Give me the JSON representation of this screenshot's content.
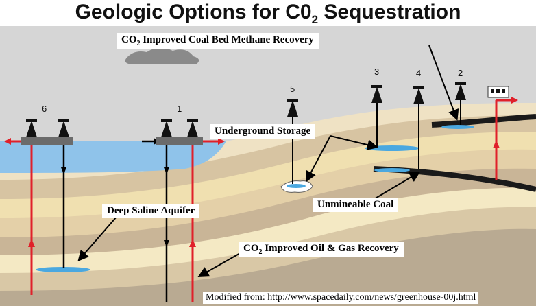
{
  "title": {
    "prefix": "Geologic Options for C0",
    "sub": "2",
    "suffix": " Sequestration"
  },
  "labels": {
    "coal_bed": {
      "prefix": "CO",
      "sub": "2",
      "suffix": " Improved Coal Bed Methane Recovery"
    },
    "underground_storage": "Underground Storage",
    "deep_saline": "Deep Saline Aquifer",
    "unmineable_coal": "Unmineable Coal",
    "oil_gas": {
      "prefix": "CO",
      "sub": "2",
      "suffix": " Improved Oil & Gas Recovery"
    }
  },
  "well_numbers": [
    "6",
    "1",
    "5",
    "3",
    "4",
    "2"
  ],
  "credit": "Modified from: http://www.spacedaily.com/news/greenhouse-00j.html",
  "colors": {
    "sky": "#d9d9d9",
    "sea": "#8fc3ea",
    "injection": "#e0202a",
    "co2": "#4aa8e0",
    "coal": "#1a1a1a"
  }
}
